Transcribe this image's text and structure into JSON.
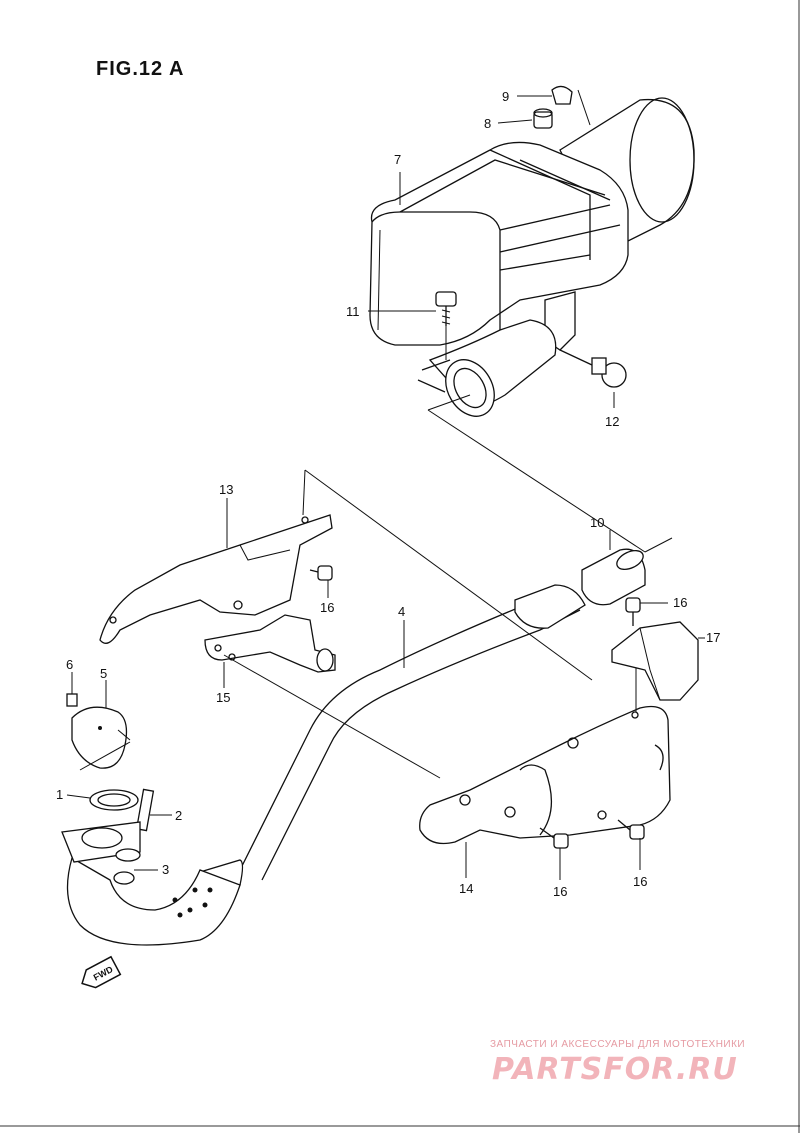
{
  "figure": {
    "title": "FIG.12 A"
  },
  "callouts": [
    {
      "id": "1",
      "text": "1"
    },
    {
      "id": "2",
      "text": "2"
    },
    {
      "id": "3",
      "text": "3"
    },
    {
      "id": "4",
      "text": "4"
    },
    {
      "id": "5",
      "text": "5"
    },
    {
      "id": "6",
      "text": "6"
    },
    {
      "id": "7",
      "text": "7"
    },
    {
      "id": "8",
      "text": "8"
    },
    {
      "id": "9",
      "text": "9"
    },
    {
      "id": "10",
      "text": "10"
    },
    {
      "id": "11",
      "text": "11"
    },
    {
      "id": "12",
      "text": "12"
    },
    {
      "id": "13",
      "text": "13"
    },
    {
      "id": "14",
      "text": "14"
    },
    {
      "id": "15",
      "text": "15"
    },
    {
      "id": "16a",
      "text": "16"
    },
    {
      "id": "16b",
      "text": "16"
    },
    {
      "id": "16c",
      "text": "16"
    },
    {
      "id": "16d",
      "text": "16"
    },
    {
      "id": "17",
      "text": "17"
    }
  ],
  "fwd_marker": "FWD",
  "watermark": {
    "caption": "ЗАПЧАСТИ И АКСЕССУАРЫ ДЛЯ МОТОТЕХНИКИ",
    "logo": "PARTSFOR.RU"
  }
}
